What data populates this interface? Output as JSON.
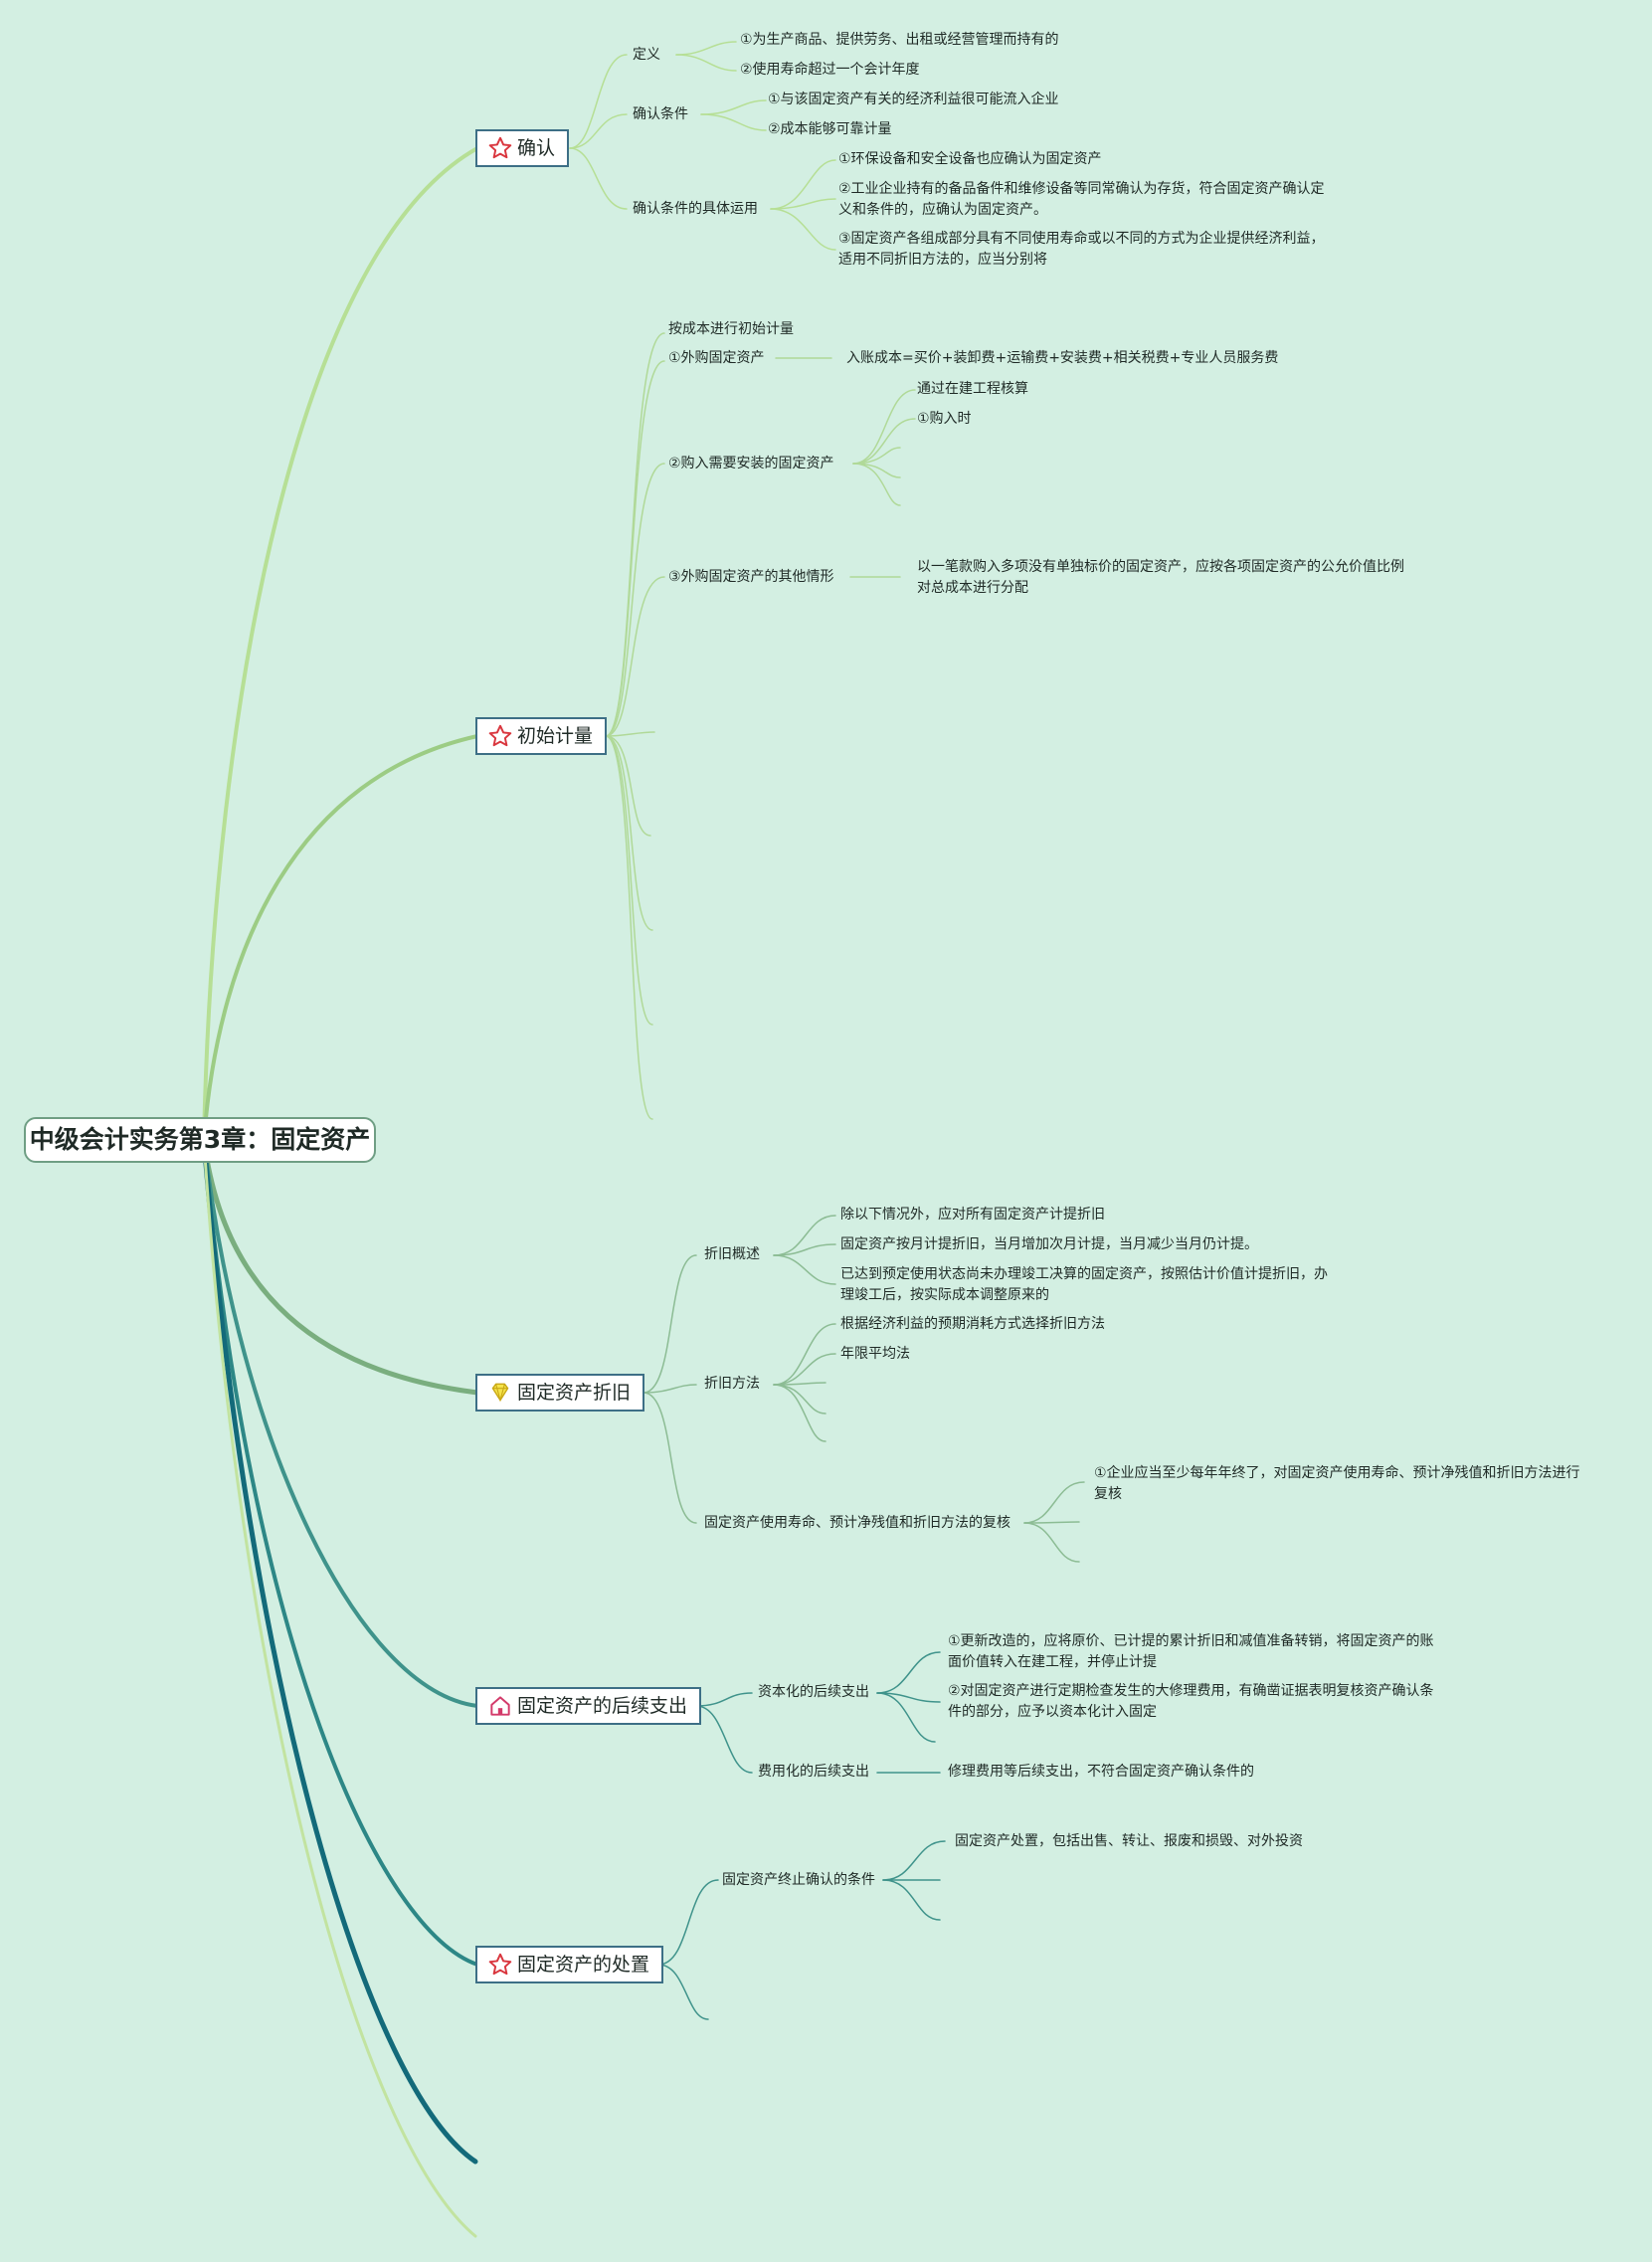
{
  "root": "中级会计实务第3章：固定资产",
  "colors": {
    "background": "#d3efe2",
    "branch_light": "#a7d98c",
    "branch_mid": "#86bd78",
    "branch_teal": "#3d8f8d",
    "branch_dark": "#136a7a",
    "topic_border": "#3d6f86"
  },
  "topics": {
    "recognition": {
      "label": "确认",
      "icon": "star-icon",
      "definition": {
        "label": "定义",
        "items": [
          "①为生产商品、提供劳务、出租或经营管理而持有的",
          "②使用寿命超过一个会计年度"
        ]
      },
      "conditions": {
        "label": "确认条件",
        "items": [
          "①与该固定资产有关的经济利益很可能流入企业",
          "②成本能够可靠计量"
        ]
      },
      "application": {
        "label": "确认条件的具体运用",
        "items": [
          "①环保设备和安全设备也应确认为固定资产",
          "②工业企业持有的备品备件和维修设备等同常确认为存货，符合固定资产确认定义和条件的，应确认为固定资产。",
          "③固定资产各组成部分具有不同使用寿命或以不同的方式为企业提供经济利益，适用不同折旧方法的，应当分别将"
        ]
      }
    },
    "initial": {
      "label": "初始计量",
      "icon": "star-icon",
      "by_cost": "按成本进行初始计量",
      "purchased": {
        "label": "①外购固定资产",
        "detail": "入账成本=买价+装卸费+运输费+安装费+相关税费+专业人员服务费"
      },
      "install": {
        "label": "②购入需要安装的固定资产",
        "items": [
          "通过在建工程核算",
          "①购入时"
        ]
      },
      "other": {
        "label": "③外购固定资产的其他情形",
        "detail": "以一笔款购入多项没有单独标价的固定资产，应按各项固定资产的公允价值比例对总成本进行分配"
      }
    },
    "depreciation": {
      "label": "固定资产折旧",
      "icon": "gem-icon",
      "overview": {
        "label": "折旧概述",
        "items": [
          "除以下情况外，应对所有固定资产计提折旧",
          "固定资产按月计提折旧，当月增加次月计提，当月减少当月仍计提。",
          "已达到预定使用状态尚未办理竣工决算的固定资产，按照估计价值计提折旧，办理竣工后，按实际成本调整原来的"
        ]
      },
      "methods": {
        "label": "折旧方法",
        "items": [
          "根据经济利益的预期消耗方式选择折旧方法",
          "年限平均法"
        ]
      },
      "review": {
        "label": "固定资产使用寿命、预计净残值和折旧方法的复核",
        "items": [
          "①企业应当至少每年年终了，对固定资产使用寿命、预计净残值和折旧方法进行复核"
        ]
      }
    },
    "subsequent": {
      "label": "固定资产的后续支出",
      "icon": "home-icon",
      "capitalized": {
        "label": "资本化的后续支出",
        "items": [
          "①更新改造的，应将原价、已计提的累计折旧和减值准备转销，将固定资产的账面价值转入在建工程，并停止计提",
          "②对固定资产进行定期检查发生的大修理费用，有确凿证据表明复核资产确认条件的部分，应予以资本化计入固定"
        ]
      },
      "expensed": {
        "label": "费用化的后续支出",
        "items": [
          "修理费用等后续支出，不符合固定资产确认条件的"
        ]
      }
    },
    "disposal": {
      "label": "固定资产的处置",
      "icon": "star-icon",
      "derecognition": {
        "label": "固定资产终止确认的条件",
        "items": [
          "固定资产处置，包括出售、转让、报废和损毁、对外投资"
        ]
      }
    }
  }
}
